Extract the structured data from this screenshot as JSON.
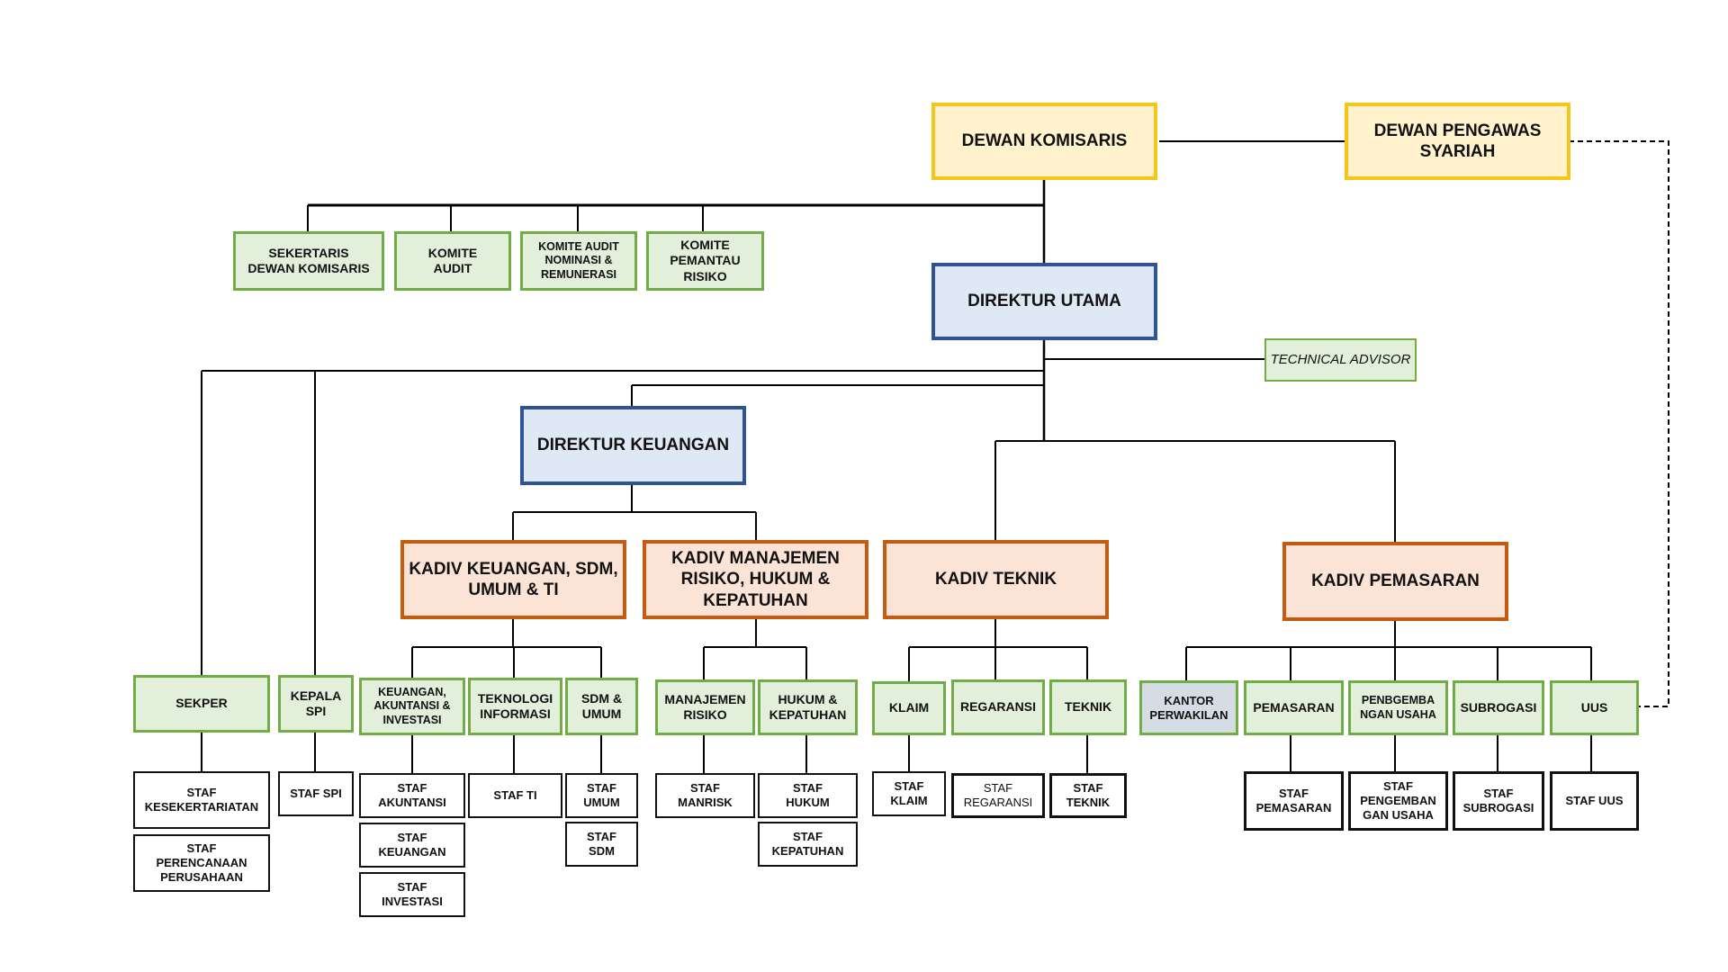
{
  "board": {
    "dewan_komisaris": "DEWAN KOMISARIS",
    "dewan_pengawas_syariah": "DEWAN PENGAWAS\nSYARIAH"
  },
  "committees": {
    "sekretaris": "SEKERTARIS\nDEWAN KOMISARIS",
    "komite_audit": "KOMITE\nAUDIT",
    "komite_nominasi": "KOMITE AUDIT\nNOMINASI &\nREMUNERASI",
    "komite_risiko": "KOMITE\nPEMANTAU\nRISIKO"
  },
  "directors": {
    "direktur_utama": "DIREKTUR UTAMA",
    "technical_advisor": "TECHNICAL ADVISOR",
    "direktur_keuangan": "DIREKTUR KEUANGAN"
  },
  "divisions": {
    "kadiv_keuangan": "KADIV KEUANGAN, SDM,\nUMUM & TI",
    "kadiv_manajemen": "KADIV MANAJEMEN\nRISIKO, HUKUM &\nKEPATUHAN",
    "kadiv_teknik": "KADIV TEKNIK",
    "kadiv_pemasaran": "KADIV PEMASARAN"
  },
  "units": {
    "sekper": "SEKPER",
    "kepala_spi": "KEPALA\nSPI",
    "keuangan": "KEUANGAN,\nAKUNTANSI &\nINVESTASI",
    "teknologi": "TEKNOLOGI\nINFORMASI",
    "sdm_umum": "SDM &\nUMUM",
    "manajemen_risiko": "MANAJEMEN\nRISIKO",
    "hukum": "HUKUM &\nKEPATUHAN",
    "klaim": "KLAIM",
    "regaransi": "REGARANSI",
    "teknik": "TEKNIK",
    "kantor": "KANTOR\nPERWAKILAN",
    "pemasaran": "PEMASARAN",
    "pengembangan": "PENBGEMBA\nNGAN USAHA",
    "subrogasi": "SUBROGASI",
    "uus": "UUS"
  },
  "staff": {
    "kesekertariatan": "STAF\nKESEKERTARIATAN",
    "perencanaan": "STAF\nPERENCANAAN\nPERUSAHAAN",
    "spi": "STAF SPI",
    "akuntansi": "STAF\nAKUNTANSI",
    "keuangan": "STAF\nKEUANGAN",
    "investasi": "STAF\nINVESTASI",
    "ti": "STAF TI",
    "umum": "STAF\nUMUM",
    "sdm": "STAF\nSDM",
    "manrisk": "STAF\nMANRISK",
    "hukum": "STAF\nHUKUM",
    "kepatuhan": "STAF\nKEPATUHAN",
    "klaim": "STAF\nKLAIM",
    "regaransi": "STAF\nREGARANSI",
    "teknik": "STAF\nTEKNIK",
    "pemasaran": "STAF\nPEMASARAN",
    "pengembangan": "STAF\nPENGEMBAN\nGAN USAHA",
    "subrogasi": "STAF\nSUBROGASI",
    "uus": "STAF UUS"
  }
}
